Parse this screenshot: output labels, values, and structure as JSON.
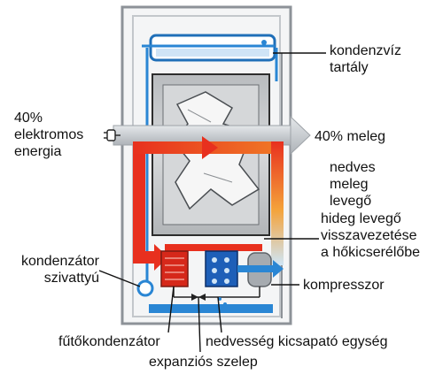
{
  "labels": {
    "condensate_tank": [
      "kondenzvíz",
      "tartály"
    ],
    "electric_energy": [
      "40%",
      "elektromos",
      "energia"
    ],
    "warm_output": "40% meleg",
    "humid_air": [
      "nedves",
      "meleg",
      "levegő"
    ],
    "cold_air": [
      "hideg levegő",
      "visszavezetése",
      "a hőkicserélőbe"
    ],
    "condenser_pump": [
      "kondenzátor",
      "szivattyú"
    ],
    "compressor": "kompresszor",
    "heating_condenser": "fűtőkondenzátor",
    "dehumidifier": "nedvesség kicsapató egység",
    "expansion_valve": "expanziós szelep"
  },
  "colors": {
    "frame": "#9aa0a6",
    "blue_pipe": "#2a86d4",
    "hot_pipe": "#e8301e",
    "warm_pipe": "#f39a2c",
    "drum": "#c8c8c8",
    "arrow_gray": "#c9cdd2"
  },
  "icons": {
    "plug": "plug-icon"
  }
}
